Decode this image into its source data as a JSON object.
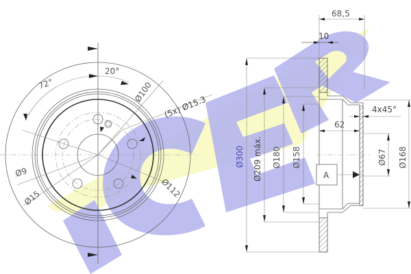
{
  "figure": {
    "type": "technical-drawing",
    "subject": "brake disc",
    "watermark": {
      "text": "ICER",
      "letter_color": "#b4b4f0",
      "swoosh_color": "#fafac8"
    },
    "colors": {
      "line": "#555555",
      "text": "#555555",
      "background": "#ffffff"
    }
  },
  "front_view": {
    "dimensions": {
      "angle_bolt_spacing": "72°",
      "angle_offset": "20°",
      "hole_pattern_dia": "Ø100",
      "hole_dia": "(5x) Ø15.3",
      "small_hole_dia": "Ø9",
      "small_hole_ring": "Ø15",
      "pcd_outer": "Ø112"
    }
  },
  "section_view": {
    "dimensions": {
      "overall_height": "68,5",
      "disc_thickness": "10",
      "outer_dia": "Ø300",
      "friction_inner_dia": "Ø209 máx.",
      "hat_outer_dia": "Ø180",
      "hat_inner_dia": "Ø158",
      "hat_depth": "62",
      "chamfer": "4x45°",
      "center_bore_dia": "Ø67",
      "flange_dia": "Ø168"
    },
    "datum_label": "A"
  }
}
